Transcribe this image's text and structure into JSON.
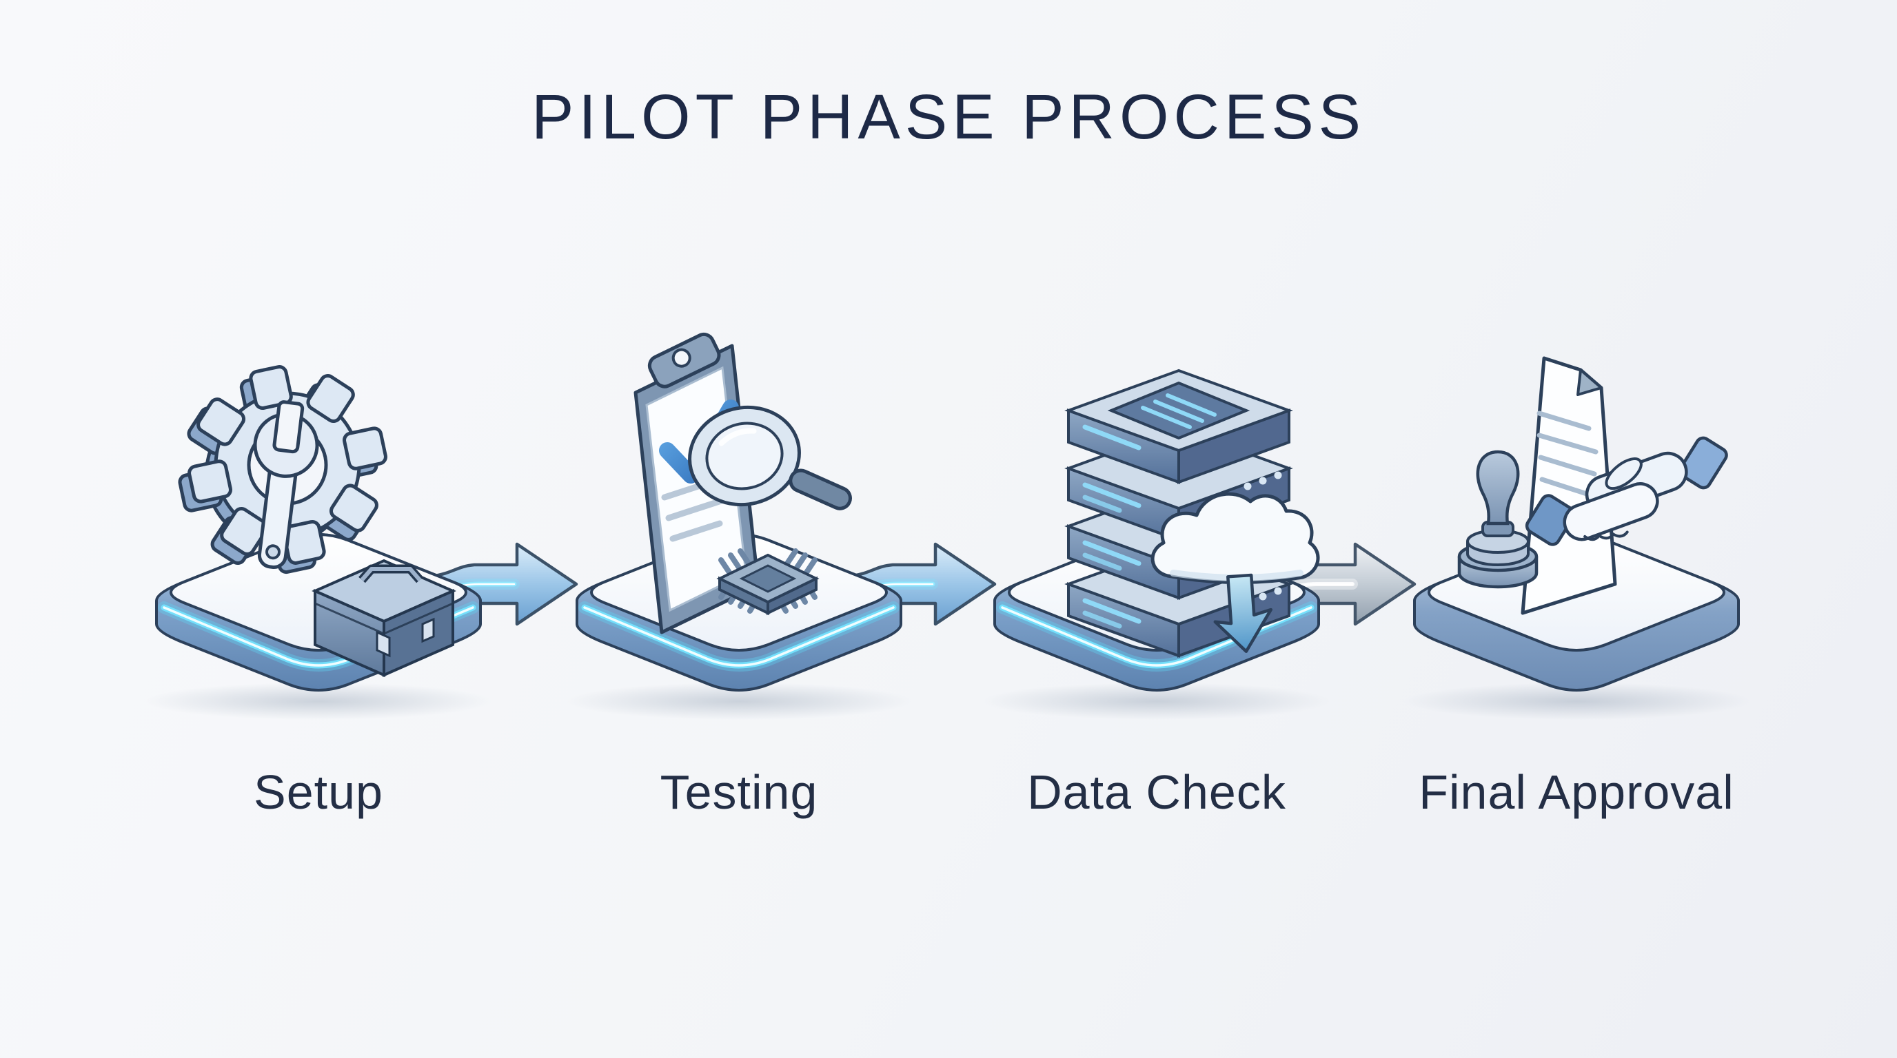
{
  "title": "PILOT PHASE PROCESS",
  "stages": [
    {
      "label": "Setup",
      "icons": [
        "gear-icon",
        "wrench-icon",
        "toolbox-icon"
      ],
      "platform": "blue-neon-edge"
    },
    {
      "label": "Testing",
      "icons": [
        "clipboard-icon",
        "checkmark-icon",
        "magnifier-icon",
        "chip-icon"
      ],
      "platform": "blue-neon-edge"
    },
    {
      "label": "Data Check",
      "icons": [
        "server-stack-icon",
        "cloud-icon",
        "download-arrow-icon"
      ],
      "platform": "blue-neon-edge"
    },
    {
      "label": "Final Approval",
      "icons": [
        "stamp-icon",
        "document-icon",
        "handshake-icon"
      ],
      "platform": "plain-blue"
    }
  ],
  "connectors": [
    {
      "from": "Setup",
      "to": "Testing",
      "style": "blue-glow-arrow"
    },
    {
      "from": "Testing",
      "to": "Data Check",
      "style": "blue-glow-arrow"
    },
    {
      "from": "Data Check",
      "to": "Final Approval",
      "style": "gray-glow-arrow"
    }
  ],
  "colors": {
    "background": "#f3f5f8",
    "title_text": "#1d2946",
    "label_text": "#232e45",
    "outline": "#2c405a",
    "platform_side": "#7fa3cb",
    "neon_glow": "#5fd7f7",
    "arrow_blue": "#9cc6e8",
    "arrow_gray": "#c3ccd5"
  }
}
